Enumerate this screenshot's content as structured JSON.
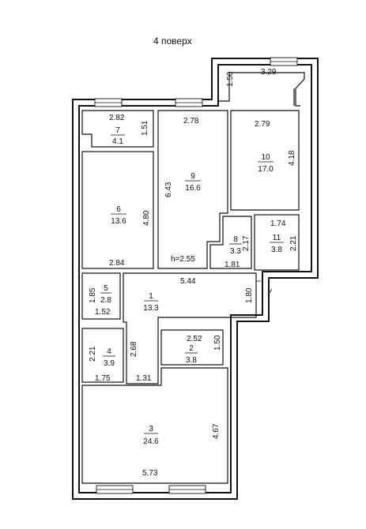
{
  "floor_title": "4 поверх",
  "ceiling_height": "h=2.55",
  "rooms": [
    {
      "number": "1",
      "area": "13.3"
    },
    {
      "number": "2",
      "area": "3.8"
    },
    {
      "number": "3",
      "area": "24.6"
    },
    {
      "number": "4",
      "area": "3.9"
    },
    {
      "number": "5",
      "area": "2.8"
    },
    {
      "number": "6",
      "area": "13.6"
    },
    {
      "number": "7",
      "area": "4.1"
    },
    {
      "number": "8",
      "area": "3.3"
    },
    {
      "number": "9",
      "area": "16.6"
    },
    {
      "number": "10",
      "area": "17.0"
    },
    {
      "number": "11",
      "area": "3.8"
    }
  ],
  "dimensions": {
    "d_329": "3.29",
    "d_150a": "1.50",
    "d_282": "2.82",
    "d_151": "1.51",
    "d_278": "2.78",
    "d_279": "2.79",
    "d_418": "4.18",
    "d_643": "6.43",
    "d_480": "4.80",
    "d_284": "2.84",
    "d_174": "1.74",
    "d_221a": "2.21",
    "d_217": "2.17",
    "d_181": "1.81",
    "d_544": "5.44",
    "d_185": "1.85",
    "d_152": "1.52",
    "d_180": "1.80",
    "d_252": "2.52",
    "d_150b": "1.50",
    "d_221b": "2.21",
    "d_268": "2.68",
    "d_175": "1.75",
    "d_131": "1.31",
    "d_467": "4.67",
    "d_573": "5.73"
  }
}
